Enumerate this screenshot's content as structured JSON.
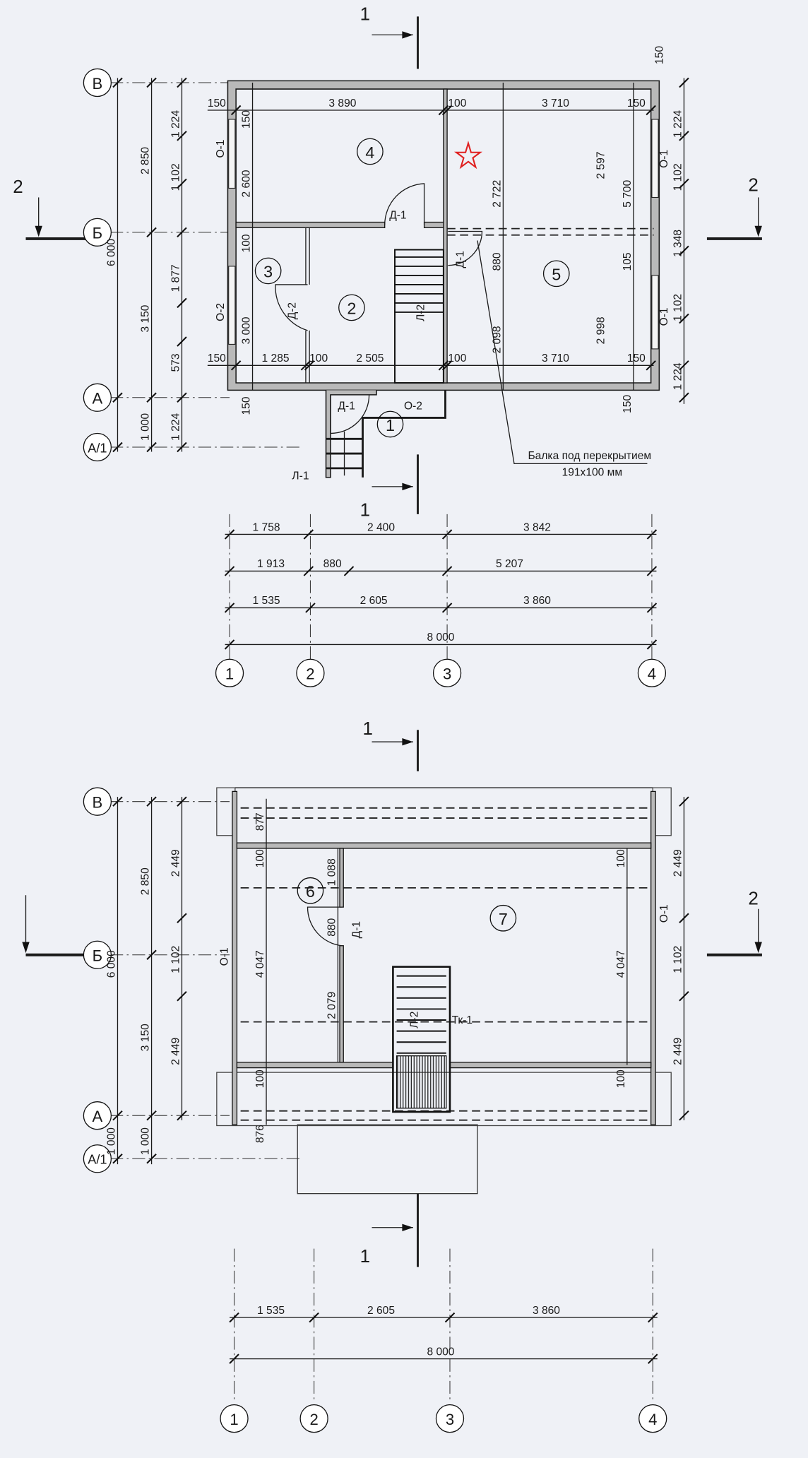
{
  "colors": {
    "background": "#eff1f6",
    "ink": "#1a1a1a",
    "wall_fill": "#b9b9b9",
    "star": "#e02020"
  },
  "top_plan": {
    "section_marks": {
      "s1_top": "1",
      "s1_bottom": "1",
      "s2_left": "2",
      "s2_right": "2"
    },
    "axis_letters": [
      "В",
      "Б",
      "А",
      "А/1"
    ],
    "axis_numbers": [
      "1",
      "2",
      "3",
      "4"
    ],
    "rooms": [
      "4",
      "3",
      "2",
      "5",
      "1"
    ],
    "left_dims": {
      "overall": "6 000",
      "mid": [
        "2 850",
        "3 150",
        "1 000"
      ],
      "inner": [
        "1 224",
        "1 102",
        "1 877",
        "573",
        "1 224"
      ]
    },
    "right_dims": [
      "1 224",
      "1 102",
      "1 348",
      "1 102",
      "1 224"
    ],
    "interior_top_row": [
      "150",
      "3 890",
      "100",
      "3 710",
      "150"
    ],
    "interior_bottom_row": [
      "150",
      "1 285",
      "100",
      "2 505",
      "100",
      "3 710",
      "150"
    ],
    "interior_vertical": [
      "150",
      "2 600",
      "100",
      "3 000",
      "2 722",
      "880",
      "2 098",
      "2 597",
      "5 700",
      "105",
      "2 998",
      "150",
      "150",
      "150"
    ],
    "doors": [
      "Д-1",
      "Д-1",
      "Д-1",
      "Д-2"
    ],
    "windows": [
      "О-1",
      "О-1",
      "О-2",
      "О-2"
    ],
    "stairs": [
      "Л-2",
      "Л-1"
    ],
    "callout": [
      "Балка под перекрытием",
      "191x100 мм"
    ],
    "bottom_dims": [
      [
        "1 758",
        "2 400",
        "3 842"
      ],
      [
        "1 913",
        "880",
        "5 207"
      ],
      [
        "1 535",
        "2 605",
        "3 860"
      ],
      [
        "8 000"
      ]
    ]
  },
  "bottom_plan": {
    "section_marks": {
      "s1_top": "1",
      "s1_bottom": "1",
      "s2_right": "2"
    },
    "axis_letters": [
      "В",
      "Б",
      "А",
      "А/1"
    ],
    "axis_numbers": [
      "1",
      "2",
      "3",
      "4"
    ],
    "rooms": [
      "6",
      "7"
    ],
    "left_dims": {
      "overall": "6 000",
      "mid": [
        "2 850",
        "3 150",
        "1 000"
      ],
      "inner": [
        "2 449",
        "1 102",
        "2 449",
        "1 000"
      ]
    },
    "right_dims": [
      "2 449",
      "1 102",
      "2 449"
    ],
    "interior": [
      "877",
      "100",
      "4 047",
      "100",
      "876",
      "1 088",
      "880",
      "2 079",
      "4 047",
      "100",
      "100"
    ],
    "labels": {
      "door": "Д-1",
      "stair": "Л-2",
      "stair_hatch": "Тк-1",
      "window_left": "О-1",
      "window_right": "О-1"
    },
    "bottom_dims": [
      [
        "1 535",
        "2 605",
        "3 860"
      ],
      [
        "8 000"
      ]
    ]
  }
}
